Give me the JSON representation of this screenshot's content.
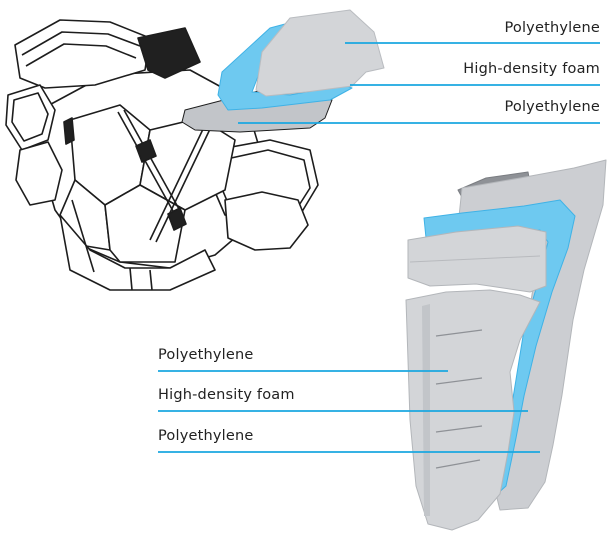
{
  "shoulder_pad": {
    "labels": [
      "Polyethylene",
      "High-density foam",
      "Polyethylene"
    ]
  },
  "shin_guard": {
    "labels": [
      "Polyethylene",
      "High-density foam",
      "Polyethylene"
    ]
  },
  "colors": {
    "leader_line": "#1aa7e0",
    "foam": "#6ec9f0",
    "foam_dark": "#3fb2e6",
    "shell_light": "#d6d8db",
    "shell_mid": "#c2c5c9",
    "shell_dark": "#8e9196",
    "outline": "#1d1d1d"
  }
}
